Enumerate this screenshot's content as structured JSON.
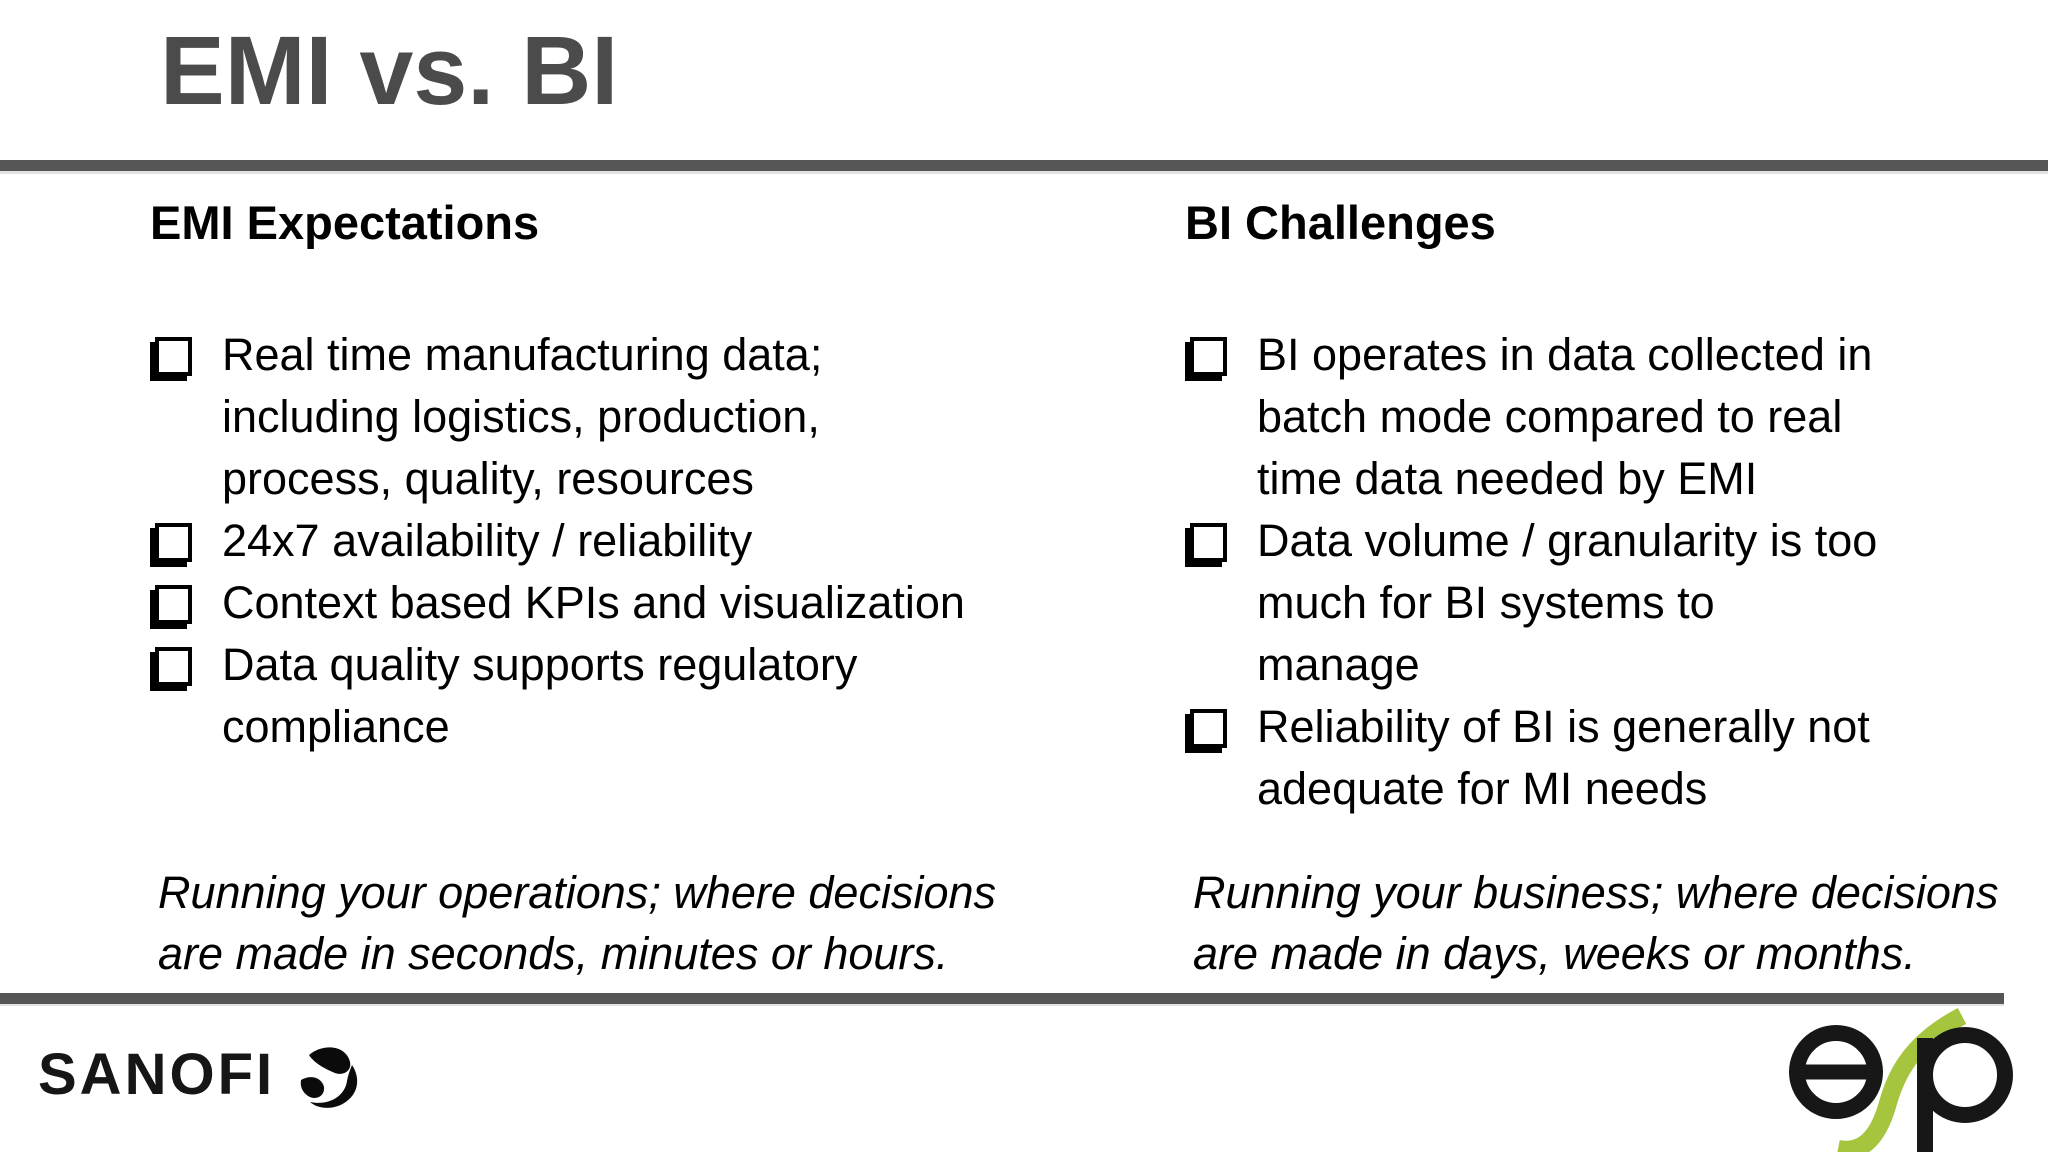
{
  "title": "EMI vs. BI",
  "columns": {
    "left": {
      "heading": "EMI Expectations",
      "bullets": [
        "Real time manufacturing data;\nincluding logistics, production,\nprocess, quality, resources",
        "24x7 availability / reliability",
        "Context based KPIs and visualization",
        "Data quality supports regulatory\ncompliance"
      ],
      "footnote": "Running your operations; where decisions\nare made in seconds, minutes or hours."
    },
    "right": {
      "heading": "BI Challenges",
      "bullets": [
        "BI operates in data collected in\nbatch mode compared to real\ntime data needed by EMI",
        "Data volume / granularity is too\nmuch for BI systems to\nmanage",
        "Reliability of BI is generally not\nadequate for MI needs"
      ],
      "footnote": "Running your business; where decisions\nare made in days, weeks or months."
    }
  },
  "footer": {
    "sanofi_wordmark": "SANOFI",
    "esp_letters": "esp"
  },
  "colors": {
    "title": "#4b4b4b",
    "rule": "#565656",
    "text": "#000000",
    "esp_green": "#a5c53e",
    "logo_black": "#1a1a1a"
  }
}
